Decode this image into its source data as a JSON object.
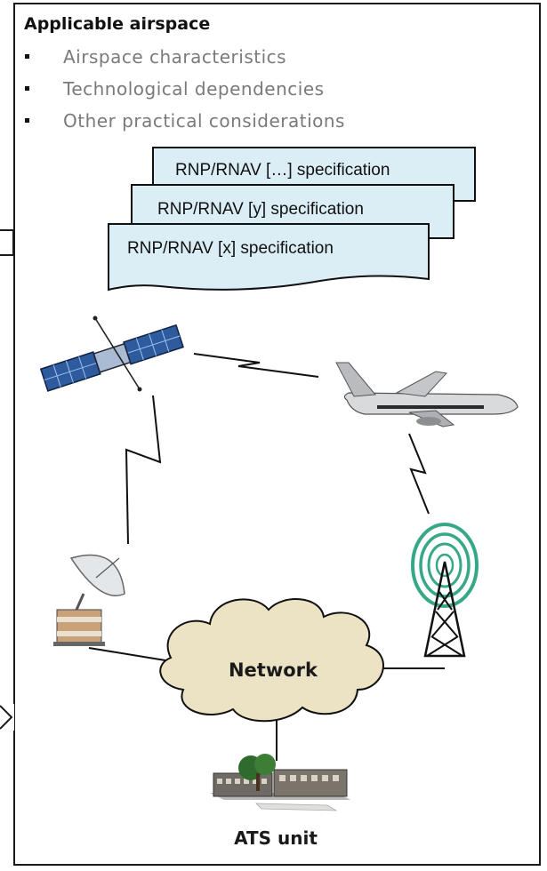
{
  "heading": "Applicable airspace",
  "bullets": [
    "Airspace characteristics",
    "Technological dependencies",
    "Other practical considerations"
  ],
  "specifications": [
    "RNP/RNAV […] specification",
    "RNP/RNAV [y] specification",
    "RNP/RNAV [x] specification"
  ],
  "network_label": "Network",
  "ats_label": "ATS unit",
  "colors": {
    "spec_fill": "#dbeef6",
    "cloud_fill": "#ece3c4",
    "line": "#111111"
  },
  "icons": [
    "satellite-icon",
    "airplane-icon",
    "radar-dish-icon",
    "radio-tower-icon",
    "building-icon"
  ]
}
